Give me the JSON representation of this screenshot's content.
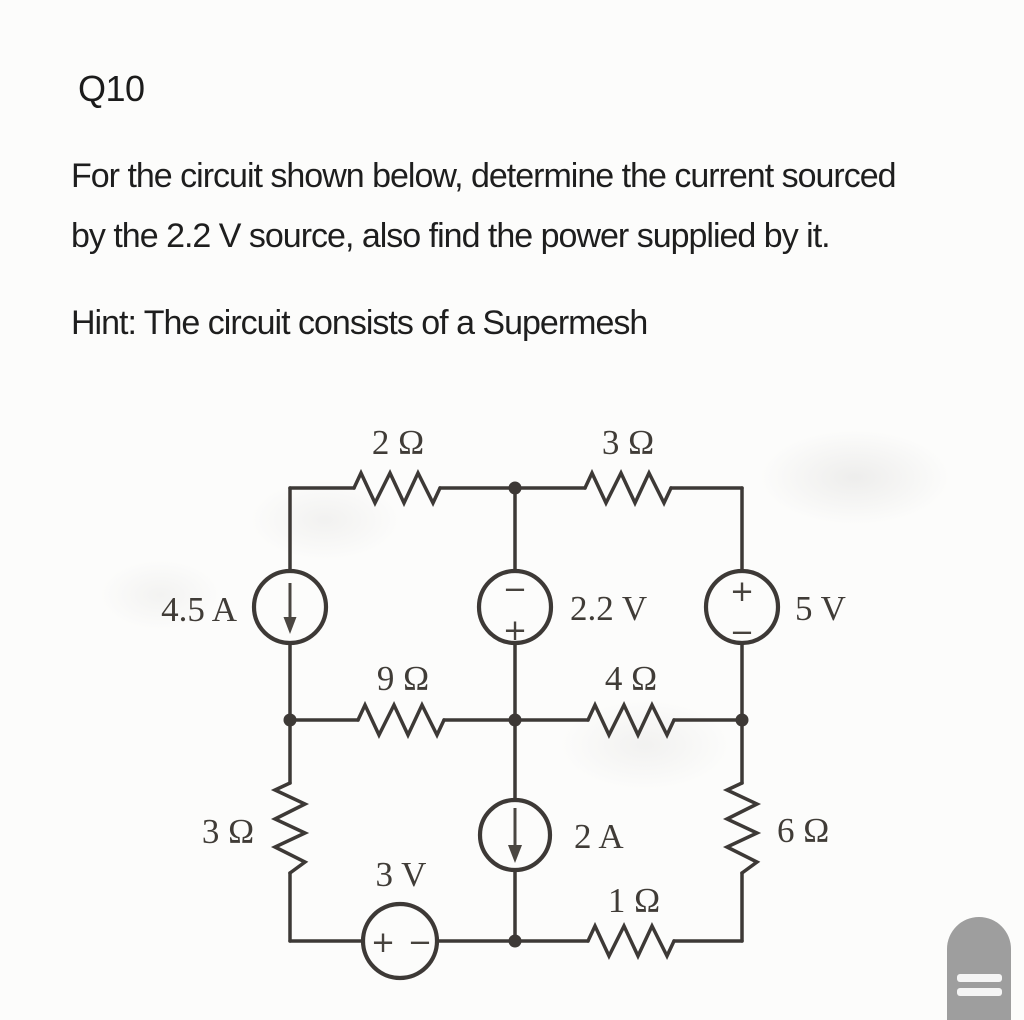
{
  "question": {
    "id": "Q10",
    "line1": "For the circuit shown below, determine the current sourced",
    "line2": "by the 2.2 V source, also find the power supplied by it.",
    "hint": "Hint: The circuit consists of a Supermesh"
  },
  "circuit": {
    "resistors": {
      "top_left": "2 Ω",
      "top_right": "3 Ω",
      "mid_left": "9 Ω",
      "mid_right": "4 Ω",
      "left_branch": "3 Ω",
      "right_branch": "6 Ω",
      "bottom": "1 Ω"
    },
    "sources": {
      "current_left": "4.5 A",
      "voltage_mid": "2.2 V",
      "voltage_right": "5 V",
      "current_mid": "2 A",
      "voltage_bottom": "3 V"
    },
    "symbols": {
      "plus": "+",
      "minus": "−"
    },
    "stroke_color": "#3d3936"
  },
  "fab": {
    "icon_name": "menu-lines-icon",
    "color": "#9e9e9e"
  }
}
